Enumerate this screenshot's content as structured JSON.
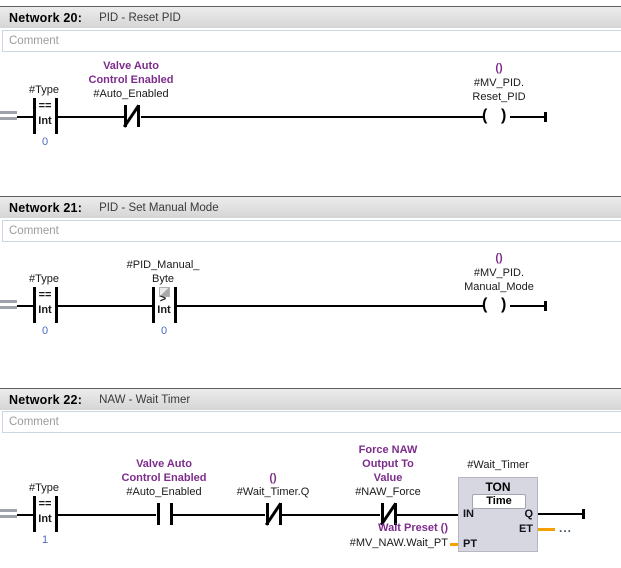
{
  "colors": {
    "comment_purple": "#7D2C8C",
    "constant_blue": "#4A6BC5",
    "unconnected_orange": "#F5A000",
    "wire_black": "#000000",
    "header_gray": "#DCDCDC"
  },
  "networks": [
    {
      "name": "Network 20:",
      "title": "PID - Reset PID",
      "comment": "Comment",
      "cmp": {
        "operand": "#Type",
        "operator": "==",
        "datatype": "Int",
        "value": "0"
      },
      "auto": {
        "c1": "Valve Auto",
        "c2": "Control Enabled",
        "operand": "#Auto_Enabled"
      },
      "coil": {
        "comment": "()",
        "op1": "#MV_PID.",
        "op2": "Reset_PID"
      }
    },
    {
      "name": "Network 21:",
      "title": "PID - Set Manual Mode",
      "comment": "Comment",
      "cmp": {
        "operand": "#Type",
        "operator": "==",
        "datatype": "Int",
        "value": "0"
      },
      "manual": {
        "op1": "#PID_Manual_",
        "op2": "Byte",
        "operator": ">",
        "datatype": "Int",
        "value": "0"
      },
      "coil": {
        "comment": "()",
        "op1": "#MV_PID.",
        "op2": "Manual_Mode"
      }
    },
    {
      "name": "Network 22:",
      "title": "NAW - Wait Timer",
      "comment": "Comment",
      "cmp": {
        "operand": "#Type",
        "operator": "==",
        "datatype": "Int",
        "value": "1"
      },
      "auto": {
        "c1": "Valve Auto",
        "c2": "Control Enabled",
        "operand": "#Auto_Enabled"
      },
      "waitq": {
        "comment": "()",
        "operand": "#Wait_Timer.Q"
      },
      "force": {
        "c1": "Force NAW",
        "c2": "Output To",
        "c3": "Value",
        "operand": "#NAW_Force"
      },
      "timer": {
        "instance": "#Wait_Timer",
        "type": "TON",
        "datatype": "Time",
        "pin_in": "IN",
        "pin_q": "Q",
        "pin_et": "ET",
        "pin_pt": "PT",
        "pt_comment": "Wait Preset ()",
        "pt_operand": "#MV_NAW.Wait_PT",
        "unused_output": "..."
      }
    }
  ]
}
